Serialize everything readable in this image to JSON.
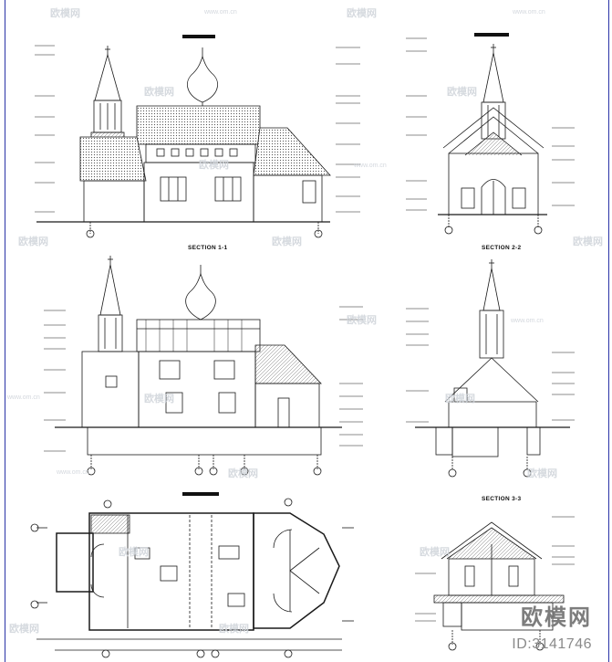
{
  "drawings": {
    "section_labels": {
      "s1": "SECTION 1-1",
      "s2": "SECTION 2-2",
      "s3": "SECTION 3-3"
    }
  },
  "watermark": {
    "site_name": "欧模网",
    "site_url": "www.om.cn",
    "brand": "欧模网",
    "id_text": "ID:3141746"
  },
  "colors": {
    "line": "#1a1a1a",
    "border": "#2a33a6",
    "hatch": "#444444",
    "watermark": "#cfd4da"
  }
}
